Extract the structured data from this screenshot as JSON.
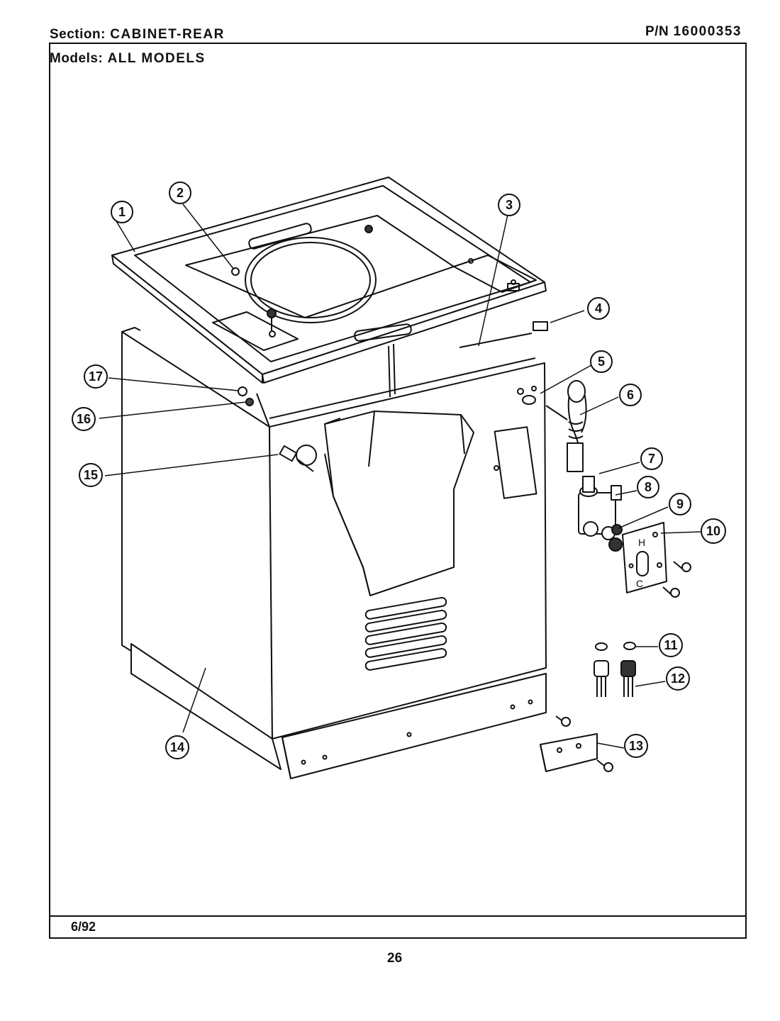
{
  "header": {
    "section_label": "Section:",
    "section_value": "CABINET-REAR",
    "models_label": "Models:",
    "models_value": "ALL MODELS",
    "pn_label": "P/N",
    "pn_value": "16000353"
  },
  "footer": {
    "date": "6/92",
    "page_number": "26"
  },
  "valve_plate_letters": {
    "hot": "H",
    "cold": "C"
  },
  "callouts": [
    "1",
    "2",
    "3",
    "4",
    "5",
    "6",
    "7",
    "8",
    "9",
    "10",
    "11",
    "12",
    "13",
    "14",
    "15",
    "16",
    "17"
  ]
}
